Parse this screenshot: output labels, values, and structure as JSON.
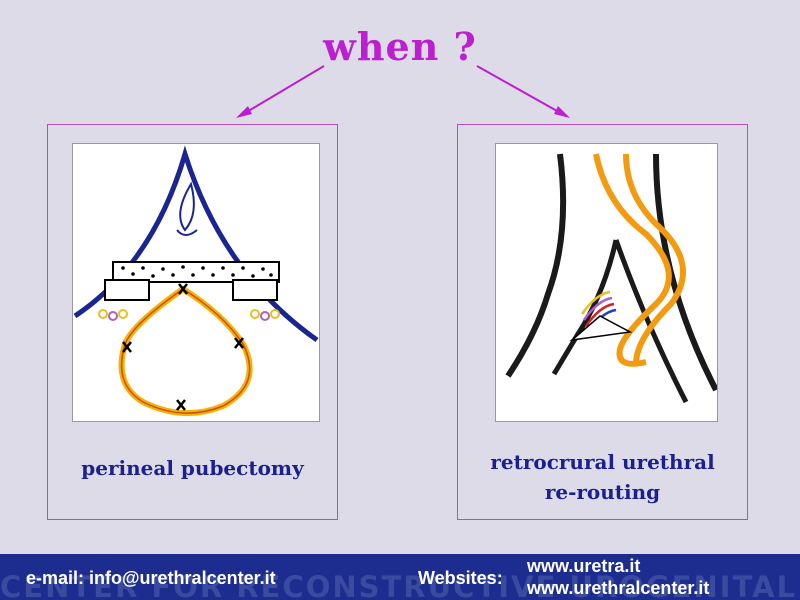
{
  "title": "when ?",
  "panels": [
    {
      "caption_line1": "perineal pubectomy",
      "caption_line2": ""
    },
    {
      "caption_line1": "retrocrural urethral",
      "caption_line2": "re-routing"
    }
  ],
  "footer": {
    "email": "e-mail: info@urethralcenter.it",
    "websites_label": "Websites:",
    "website1": "www.uretra.it",
    "website2": "www.urethralcenter.it",
    "watermark": "CENTER FOR RECONSTRUCTIVE UROGENITAL SURGERY"
  },
  "colors": {
    "background": "#dcdbe7",
    "title": "#bb1fcf",
    "caption": "#1c1f8e",
    "footer": "#1d2c8f"
  }
}
